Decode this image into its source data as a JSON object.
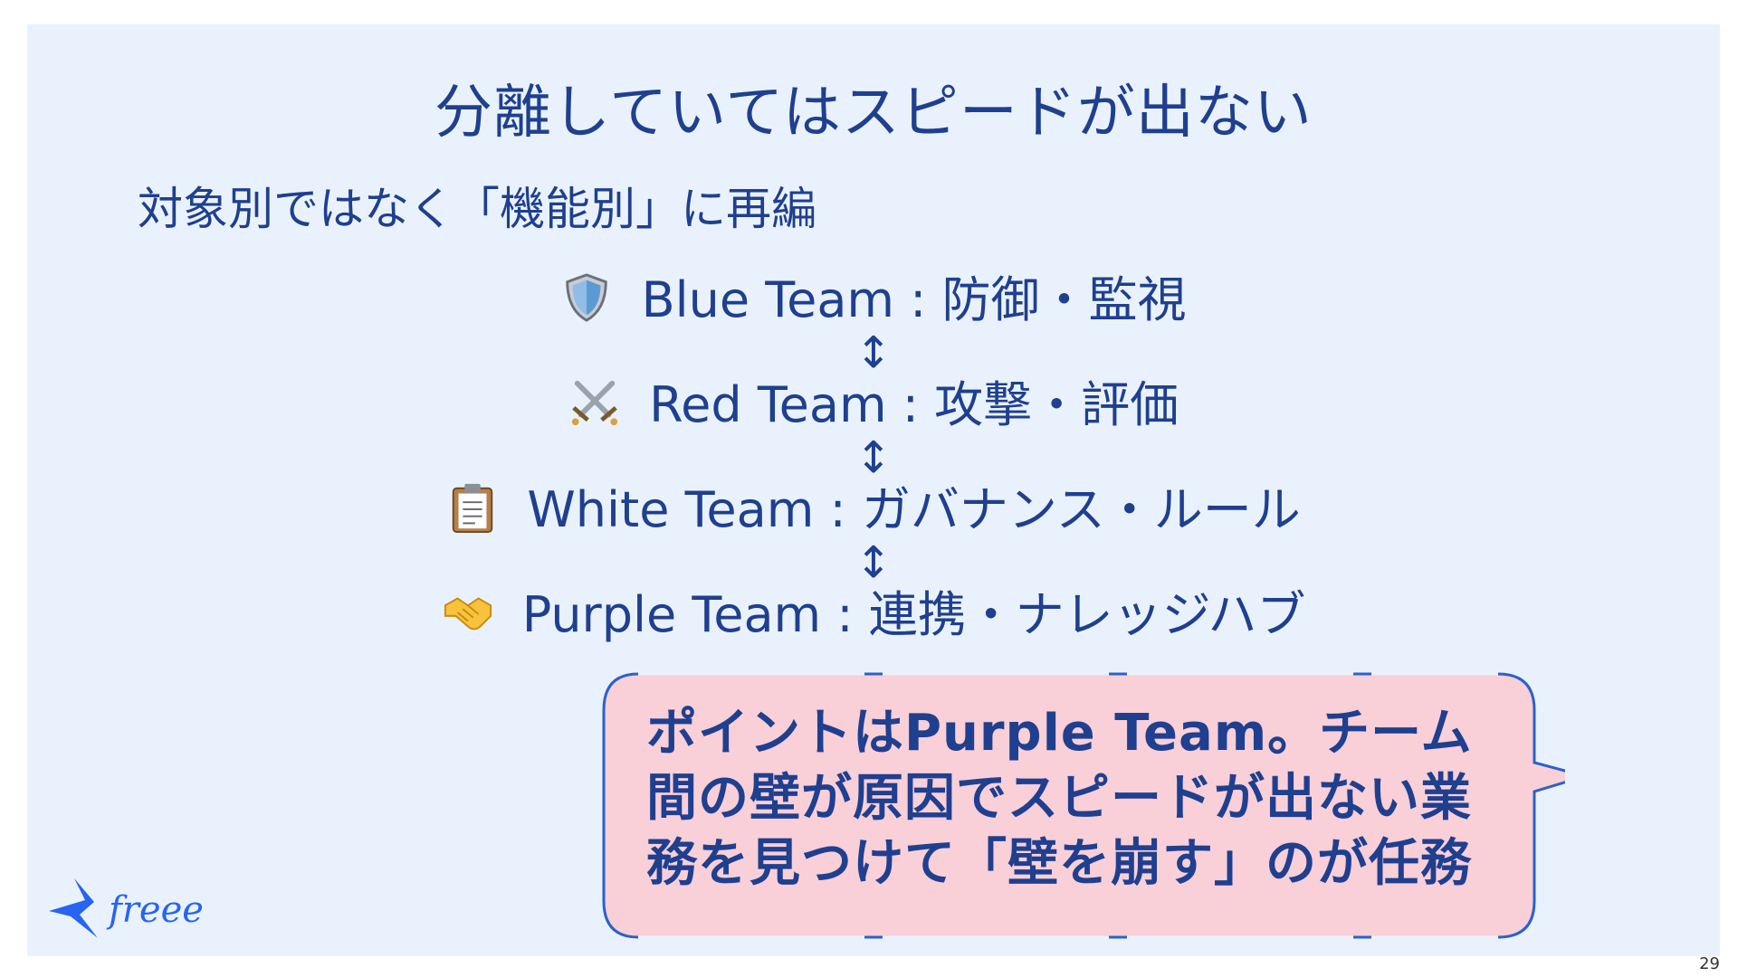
{
  "slide": {
    "title": "分離していてはスピードが出ない",
    "subtitle": "対象別ではなく「機能別」に再編",
    "teams": [
      {
        "icon": "shield-icon",
        "label": "Blue Team : 防御・監視"
      },
      {
        "icon": "crossed-swords-icon",
        "label": "Red Team : 攻撃・評価"
      },
      {
        "icon": "clipboard-icon",
        "label": "White Team : ガバナンス・ルール"
      },
      {
        "icon": "handshake-icon",
        "label": "Purple Team : 連携・ナレッジハブ"
      }
    ],
    "arrow_glyph": "↕",
    "callout": {
      "lines": [
        "ポイントはPurple Team。チーム",
        "間の壁が原因でスピードが出ない業",
        "務を見つけて「壁を崩す」のが任務"
      ]
    },
    "logo_text": "freee",
    "page_number": "29"
  },
  "colors": {
    "background": "#e9f2fc",
    "text": "#1f3f8f",
    "callout_fill": "#f9cfd8",
    "callout_border": "#2a62c9"
  }
}
